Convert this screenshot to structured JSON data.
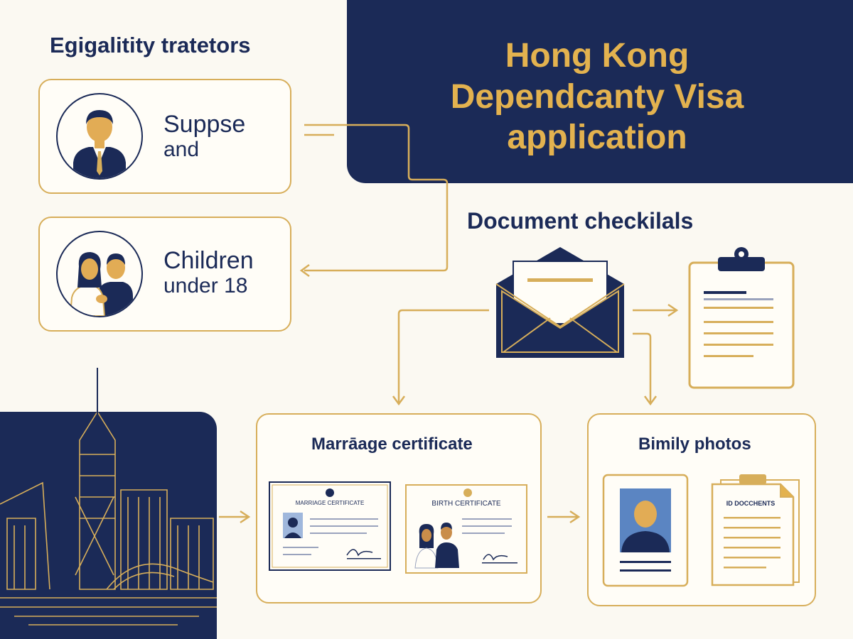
{
  "title": {
    "line1": "Hong Kong",
    "line2": "Dependcanty Visa",
    "line3": "application"
  },
  "eligibility": {
    "heading": "Egigalitity tratetors",
    "cards": [
      {
        "line1": "Suppse",
        "line2": "and",
        "icon": "spouse-icon"
      },
      {
        "line1": "Children",
        "line2": "under 18",
        "icon": "family-icon"
      }
    ]
  },
  "documents": {
    "heading": "Document checkilals",
    "marriage_box_title": "Marrāage certificate",
    "marriage_cert_title": "MARRIAGE CERTIFICATE",
    "birth_cert_title": "BIRTH CERTIFICATE",
    "family_box_title": "Bimily photos",
    "id_docs_label": "ID DOCCHENTS"
  },
  "colors": {
    "navy": "#1b2a57",
    "gold": "#d7ae5a",
    "title_gold": "#e3b24f",
    "background": "#fbf9f2"
  }
}
